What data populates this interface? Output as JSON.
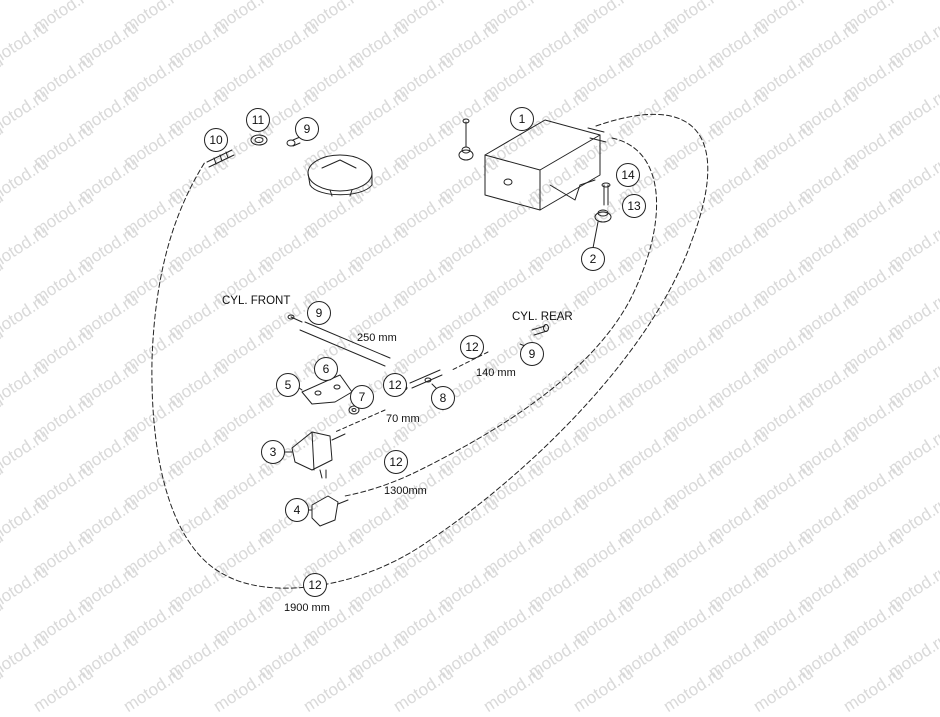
{
  "watermark": "motod.ru",
  "callouts": [
    {
      "id": "callout-1",
      "text": "1"
    },
    {
      "id": "callout-2",
      "text": "2"
    },
    {
      "id": "callout-3",
      "text": "3"
    },
    {
      "id": "callout-4",
      "text": "4"
    },
    {
      "id": "callout-5",
      "text": "5"
    },
    {
      "id": "callout-6",
      "text": "6"
    },
    {
      "id": "callout-7",
      "text": "7"
    },
    {
      "id": "callout-8",
      "text": "8"
    },
    {
      "id": "callout-9a",
      "text": "9"
    },
    {
      "id": "callout-9b",
      "text": "9"
    },
    {
      "id": "callout-9c",
      "text": "9"
    },
    {
      "id": "callout-10",
      "text": "10"
    },
    {
      "id": "callout-11",
      "text": "11"
    },
    {
      "id": "callout-12a",
      "text": "12"
    },
    {
      "id": "callout-12b",
      "text": "12"
    },
    {
      "id": "callout-12c",
      "text": "12"
    },
    {
      "id": "callout-12d",
      "text": "12"
    },
    {
      "id": "callout-13",
      "text": "13"
    },
    {
      "id": "callout-14",
      "text": "14"
    }
  ],
  "labels": {
    "cyl_front": "CYL. FRONT",
    "cyl_rear": "CYL. REAR",
    "len_250": "250 mm",
    "len_140": "140 mm",
    "len_70": "70 mm",
    "len_1300": "1300mm",
    "len_1900": "1900 mm"
  },
  "colors": {
    "line": "#222222",
    "watermark": "#d9d9d9",
    "background": "#ffffff"
  }
}
